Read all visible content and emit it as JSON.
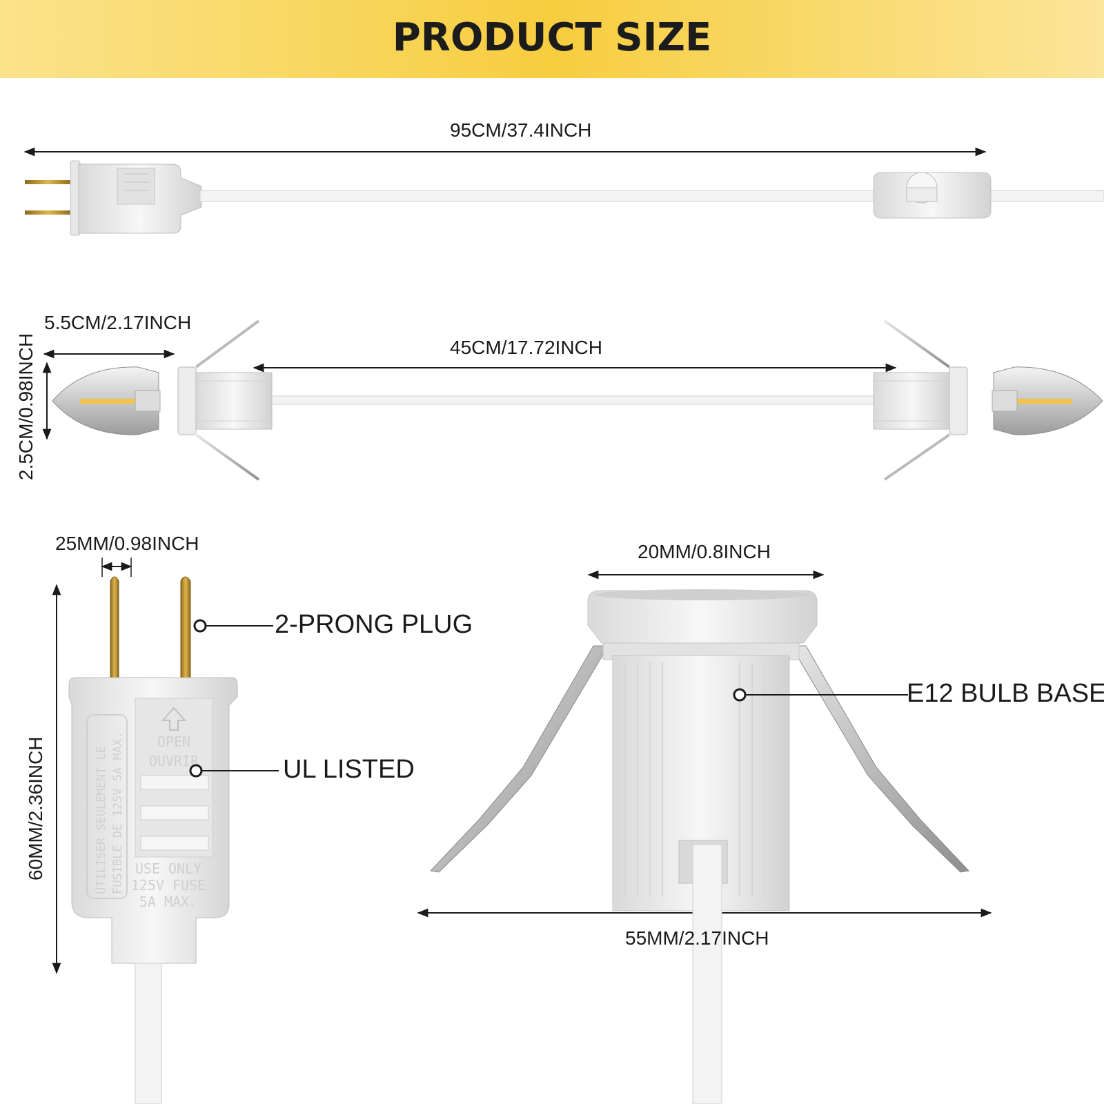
{
  "banner": {
    "title": "PRODUCT SIZE",
    "color": "#f7cd3f"
  },
  "dimensions": {
    "cord_length": "95CM/37.4INCH",
    "bulb_length": "5.5CM/2.17INCH",
    "bulb_height": "2.5CM/0.98INCH",
    "bulb_spacing": "45CM/17.72INCH",
    "prong_gap": "25MM/0.98INCH",
    "plug_height": "60MM/2.36INCH",
    "base_top_width": "20MM/0.8INCH",
    "base_clip_width": "55MM/2.17INCH"
  },
  "callouts": {
    "two_prong_plug": "2-PRONG PLUG",
    "ul_listed": "UL LISTED",
    "e12_bulb_base": "E12 BULB BASE"
  },
  "plug_text": {
    "open": "OPEN",
    "ouvrir": "OUVRIR",
    "use_only_1": "USE ONLY",
    "use_only_2": "125V FUSE",
    "use_only_3": "5A MAX.",
    "side_1": "UTILISER SEULEMENT LE",
    "side_2": "FUSIBLE DE 125V 5A MAX."
  },
  "colors": {
    "cord": "#f2f2f2",
    "prong": "#c9962e",
    "clip": "#b9b9b9",
    "led": "#f5c24a"
  },
  "icons": [
    "arrow-up-icon",
    "dimmer-knob-icon"
  ]
}
